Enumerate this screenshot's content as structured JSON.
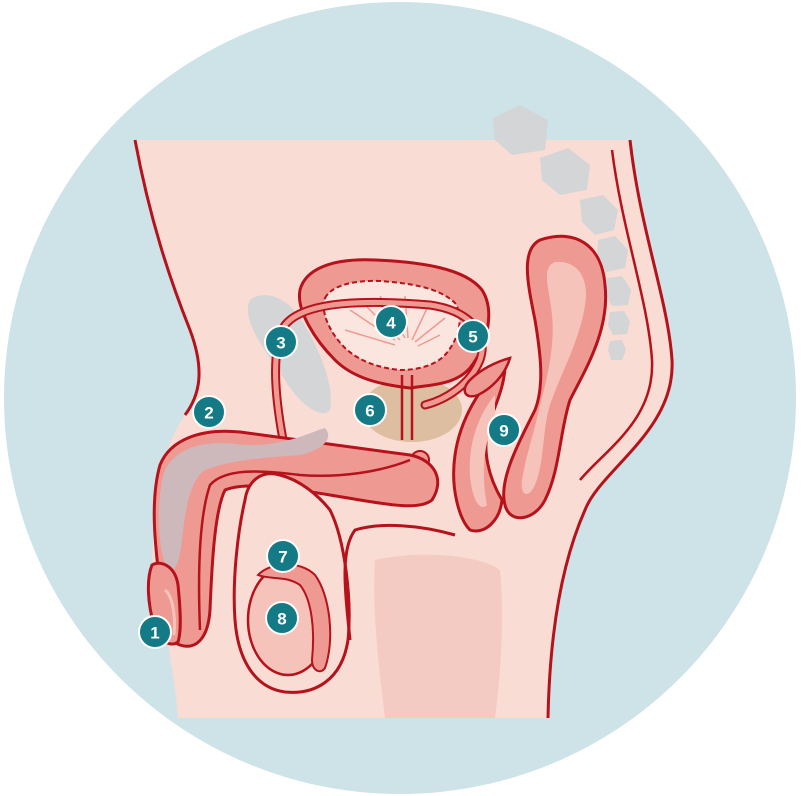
{
  "colors": {
    "background_circle": "#cde3e8",
    "skin": "#f9dcd3",
    "outline": "#b5121b",
    "tissue": "#ee9a92",
    "tissue_light": "#f6c3ba",
    "bone": "#d3d5d7",
    "prostate": "#d9b896",
    "marker": "#137a86",
    "marker_text": "#ffffff"
  },
  "markers": [
    {
      "id": "marker-1",
      "label": "1"
    },
    {
      "id": "marker-2",
      "label": "2"
    },
    {
      "id": "marker-3",
      "label": "3"
    },
    {
      "id": "marker-4",
      "label": "4"
    },
    {
      "id": "marker-5",
      "label": "5"
    },
    {
      "id": "marker-6",
      "label": "6"
    },
    {
      "id": "marker-7",
      "label": "7"
    },
    {
      "id": "marker-8",
      "label": "8"
    },
    {
      "id": "marker-9",
      "label": "9"
    }
  ]
}
